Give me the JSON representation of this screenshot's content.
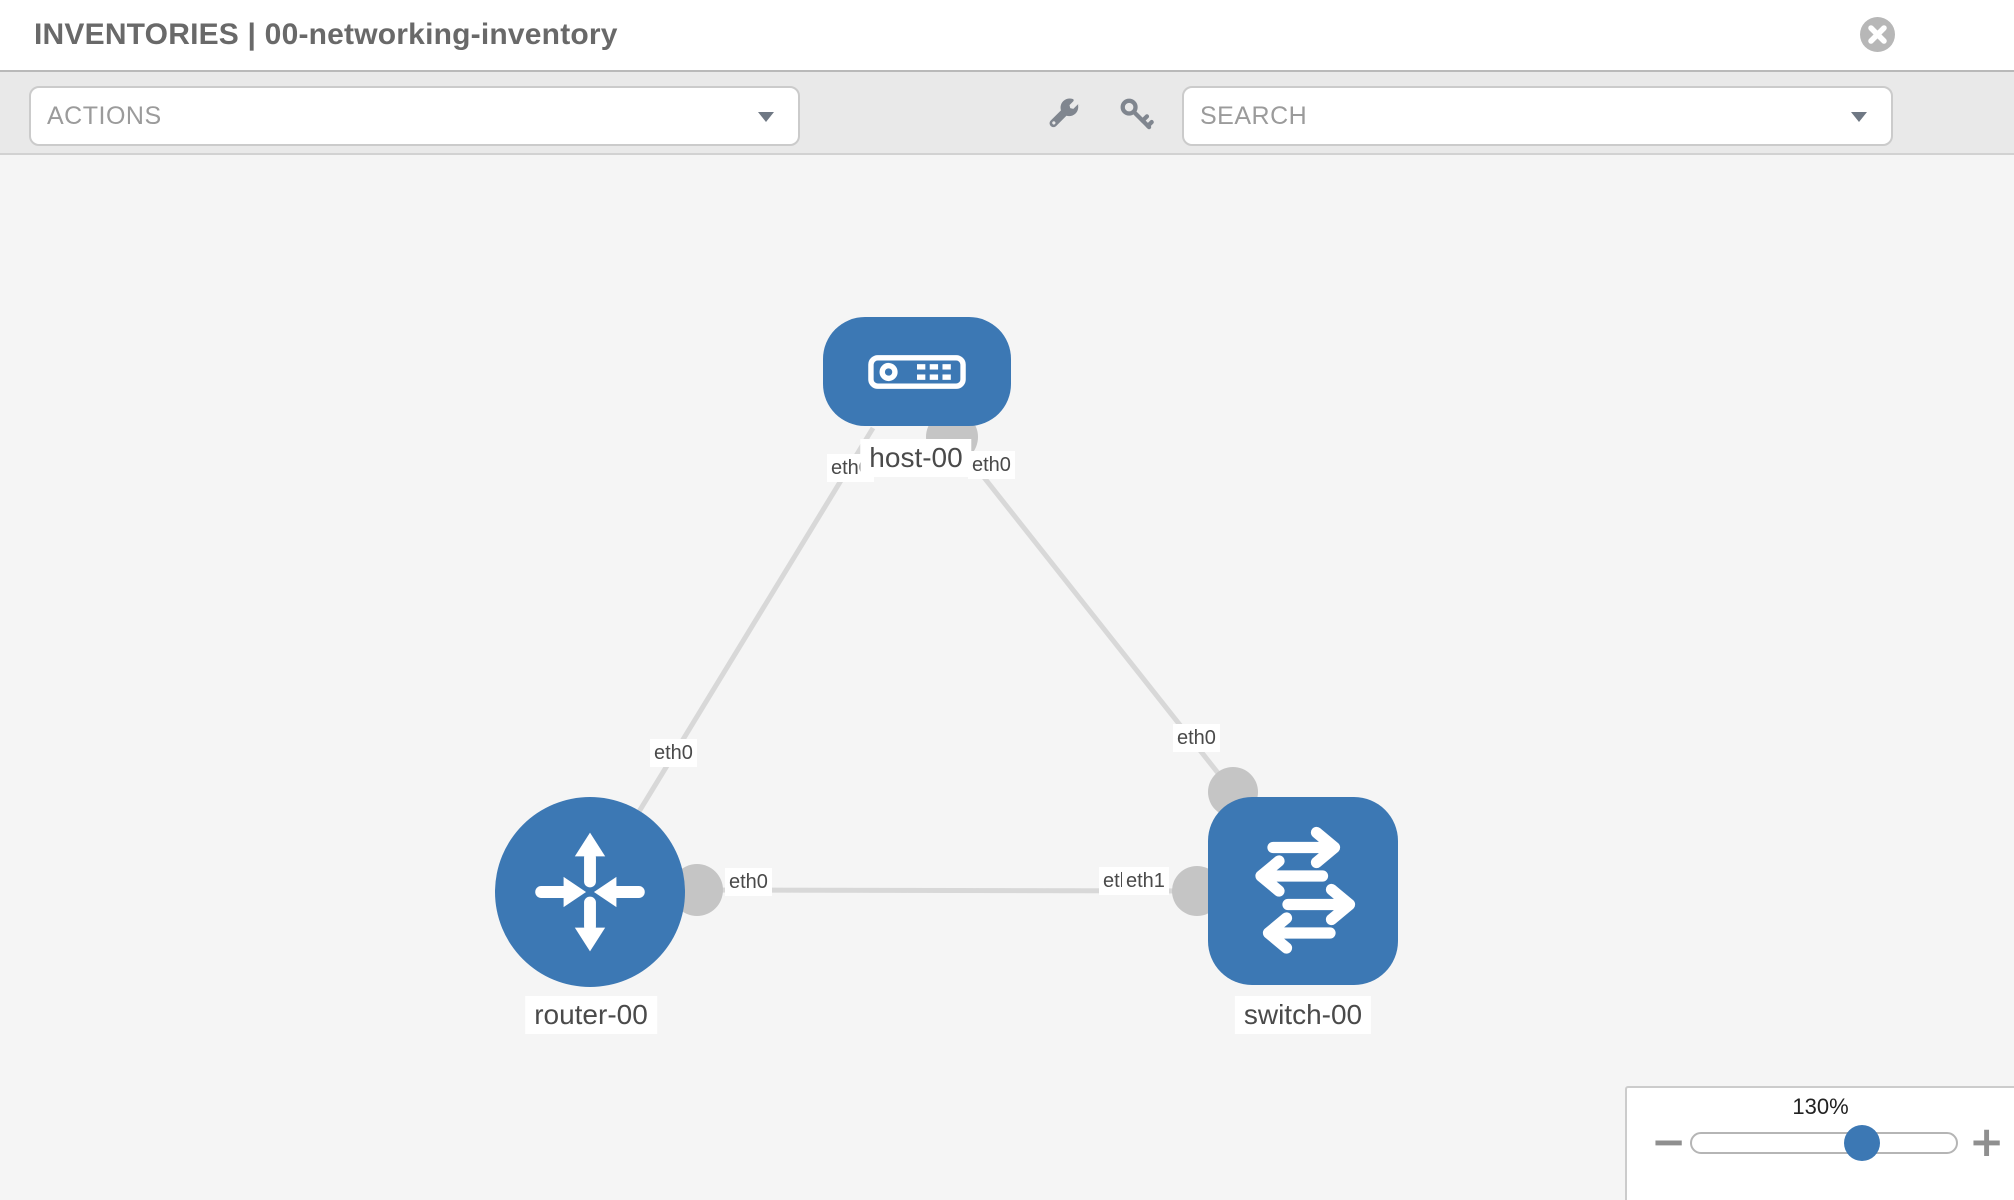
{
  "header": {
    "title": "INVENTORIES | 00-networking-inventory"
  },
  "toolbar": {
    "actions_label": "ACTIONS",
    "search_label": "SEARCH"
  },
  "topology": {
    "nodes": [
      {
        "id": "host-00",
        "type": "host",
        "label": "host-00"
      },
      {
        "id": "router-00",
        "type": "router",
        "label": "router-00"
      },
      {
        "id": "switch-00",
        "type": "switch",
        "label": "switch-00"
      }
    ],
    "links": [
      {
        "source": "host-00",
        "target": "router-00",
        "source_interface": "eth0",
        "target_interface": "eth0"
      },
      {
        "source": "host-00",
        "target": "switch-00",
        "source_interface": "eth0",
        "target_interface": "eth0"
      },
      {
        "source": "router-00",
        "target": "switch-00",
        "source_interface": "eth0",
        "target_interface": "eth1",
        "target_interface_overlapped": "eth0"
      }
    ]
  },
  "zoom": {
    "level": "130%",
    "zoom_out_label": "−",
    "zoom_in_label": "+"
  },
  "colors": {
    "node_fill": "#3c78b4",
    "link_stroke": "#d8d8d8",
    "connector_fill": "#c5c5c5",
    "toolbar_bg": "#e9e9e9",
    "canvas_bg": "#f5f5f5",
    "icon_gray": "#80868f",
    "label_text": "#4a4a4a"
  }
}
